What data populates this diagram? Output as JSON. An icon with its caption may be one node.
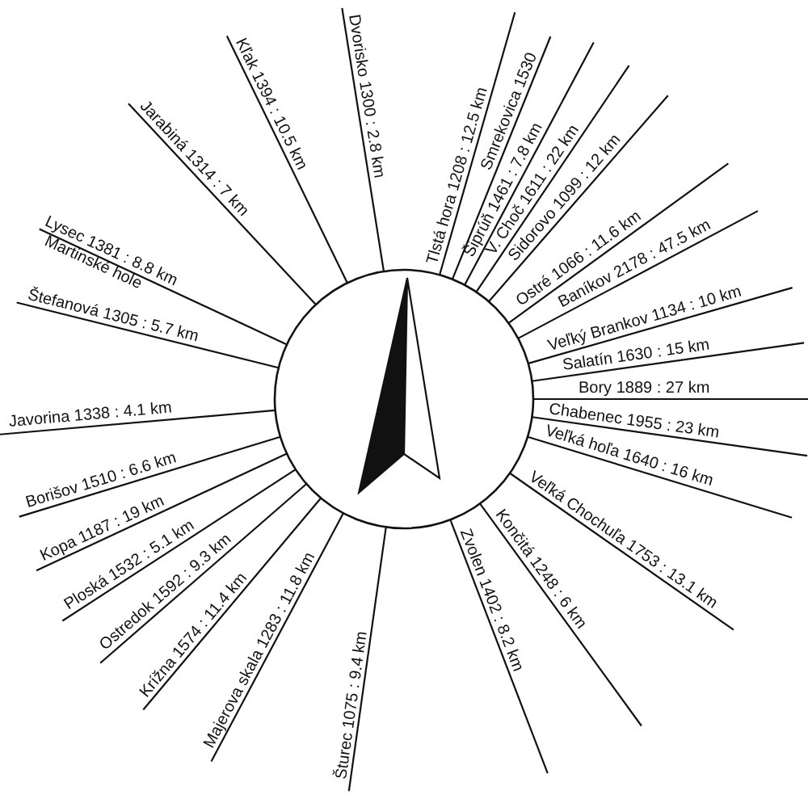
{
  "diagram": {
    "labels": [
      "Dvorisko 1300 : 2.8 km",
      "Tlstá hora 1208 : 12.5 km",
      "Smrekovica 1530",
      "Šiprúň 1461 : 7.8 km",
      "V. Choč 1611 : 22 km",
      "Sidorovo 1099 : 12 km",
      "Ostré 1066 : 11.6 km",
      "Baníkov 2178 : 47.5 km",
      "Veľký Brankov 1134 : 10 km",
      "Salatín 1630 : 15 km",
      "Bory 1889 : 27 km",
      "Chabenec 1955 : 23 km",
      "Veľká hoľa 1640 : 16 km",
      "Veľká Chochuľa 1753 : 13.1 km",
      "Končitá 1248 : 6 km",
      "Zvolen 1402 : 8.2 km",
      "Šturec 1075 : 9.4 km",
      "Majerova skala 1283 : 11.8 km",
      "Krížna 1574 : 11.4 km",
      "Ostredok 1592 : 9.3 km",
      "Ploská 1532 : 5.1 km",
      "Kopa 1187 : 19 km",
      "Borišov 1510 : 6.6 km",
      "Javorina 1338 : 4.1 km",
      "Štefanová 1305 : 5.7 km",
      "Martinské hole",
      "Lysec 1381 : 8.8 km",
      "Jarabiná 1314 : 7 km",
      "Kľak 1394 : 10.5 km"
    ]
  }
}
